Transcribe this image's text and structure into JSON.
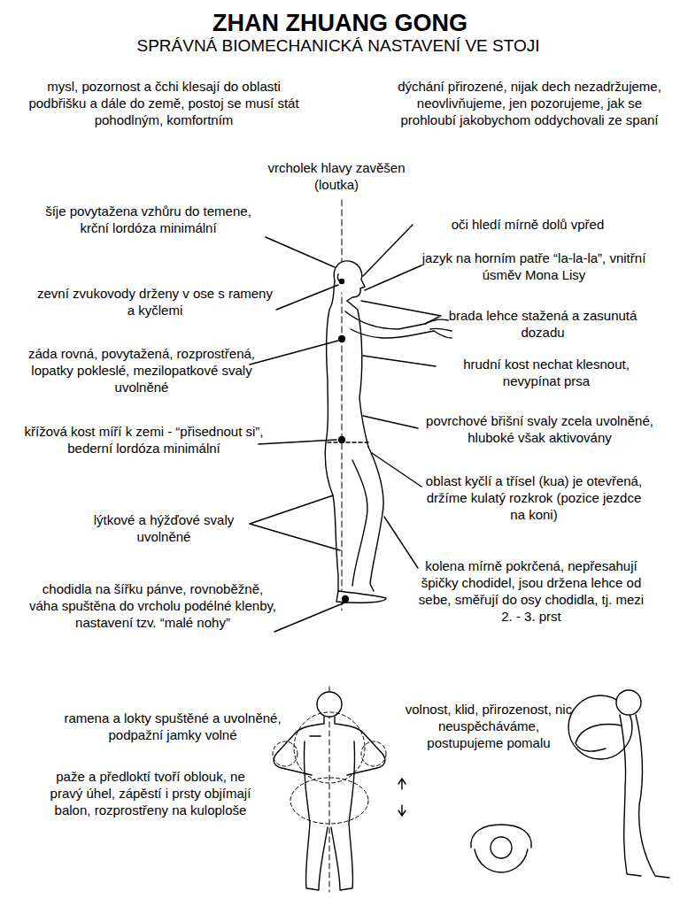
{
  "diagram": {
    "title": "ZHAN ZHUANG GONG",
    "labels": [
      "SPRÁVNÁ BIOMECHANICKÁ NASTAVENÍ VE STOJI",
      "mysl, pozornost a čchi klesají do oblasti podbřišku a dále do země, postoj se musí stát pohodlným, komfortním",
      "dýchání přirozené, nijak dech nezadržujeme, neovlivňujeme, jen pozorujeme, jak se prohloubí jakobychom oddychovali ze spaní",
      "vrcholek hlavy zavěšen (loutka)",
      "šíje povytažena vzhůru do temene, krční lordóza minimální",
      "oči hledí mírně dolů vpřed",
      "jazyk na horním patře “la-la-la”, vnitřní úsměv Mona Lisy",
      "zevní zvukovody drženy v ose s rameny a kyčlemi",
      "brada lehce stažená a zasunutá dozadu",
      "záda rovná, povytažená, rozprostřená, lopatky pokleslé, mezilopatkové svaly uvolněné",
      "hrudní kost nechat klesnout, nevypínat prsa",
      "křížová kost míří k zemi - “přisednout si”, bederní lordóza minimální",
      "povrchové břišní svaly zcela uvolněné, hluboké však aktivovány",
      "oblast kyčlí a třísel (kua) je otevřená, držíme kulatý rozkrok (pozice jezdce na koni)",
      "lýtkové a hýžďové svaly uvolněné",
      "kolena mírně pokrčená, nepřesahují špičky chodidel, jsou držena lehce od sebe, směřují do osy chodidla, tj. mezi 2. - 3. prst",
      "chodidla na šířku pánve, rovnoběžně, váha spuštěna do vrcholu podélné klenby, nastavení tzv. “malé nohy”",
      "ramena a lokty spuštěné a uvolněné, podpažní jamky volné",
      "volnost, klid, přirozenost, nic neuspěcháváme, postupujeme pomalu",
      "paže a předloktí tvoří oblouk, ne pravý úhel, zápěstí i prsty objímají balon, rozprostřeny na kuloploše"
    ]
  }
}
